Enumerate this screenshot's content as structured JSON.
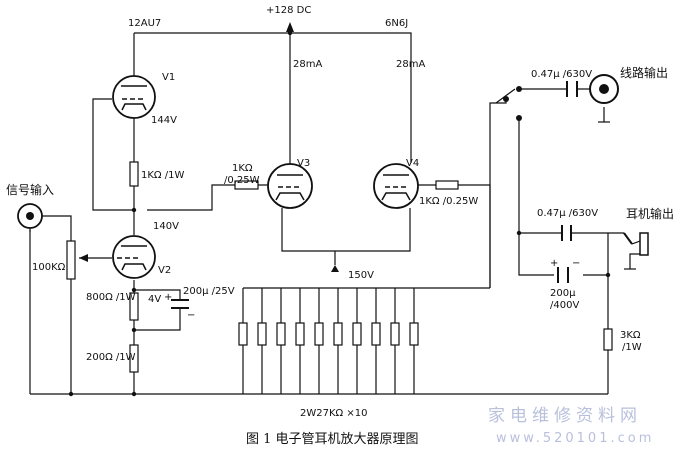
{
  "labels": {
    "supply": "+128 DC",
    "tube_12au7": "12AU7",
    "tube_6n6j": "6N6J",
    "v1": "V1",
    "v2": "V2",
    "v3": "V3",
    "v4": "V4",
    "v1_voltage": "144V",
    "v2_voltage": "140V",
    "bias_voltage": "150V",
    "cathode_voltage": "4V",
    "current_v3": "28mA",
    "current_v4": "28mA",
    "r_1k_1w": "1KΩ /1W",
    "r_grid_v3": "1KΩ",
    "r_grid_v3_power": "/0.25W",
    "r_grid_v4": "1KΩ /0.25W",
    "r_volume": "100KΩ",
    "r_800": "800Ω /1W",
    "r_200": "200Ω /1W",
    "c_cathode": "200μ /25V",
    "c_line_out": "0.47μ /630V",
    "c_hp_out": "0.47μ /630V",
    "c_hp_elec": "200μ",
    "c_hp_elec_rating": "/400V",
    "r_3k": "3KΩ",
    "r_3k_power": "/1W",
    "load_resistors": "2W27KΩ ×10",
    "signal_input": "信号输入",
    "line_output": "线路输出",
    "headphone_output": "耳机输出",
    "caption": "图 1  电子管耳机放大器原理图",
    "watermark_cn": "家电维修资料网",
    "watermark_url": "www.520101.com"
  }
}
